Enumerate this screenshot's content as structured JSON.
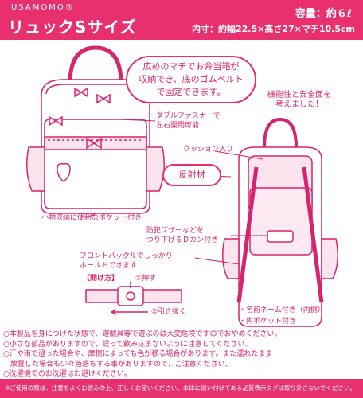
{
  "header": {
    "brand": "USAMOMO®",
    "title": "リュックSサイズ",
    "capacity": "容量：約６ℓ",
    "dimensions": "内寸：約幅22.5×高さ27×マチ10.5cm"
  },
  "callouts": {
    "lunchbox": "広めのマチでお弁当箱が\n収納でき、底のゴムベルト\nで固定できます。",
    "function_safety": "機能性と安全面を\n考えました！",
    "zipper": "ダブルファスナーで\n左右開閉可能",
    "cushion": "クッション入り",
    "reflector": "反射材",
    "small_pocket": "小物収納に便利なポケット付き",
    "buzzer": "防犯ブザーなどを\nつり下げるＤカン付き",
    "buckle": "フロントバックルでしっかり\nホールドできます",
    "how_to_open": "【開け方】",
    "step1": "①押す",
    "step2": "②引き抜く",
    "name_tag": "・名前ネーム付き（内側）",
    "inner_pocket": "・内ポケット付き"
  },
  "notes": [
    "○本製品を身につけた状態で、遊戯具等で遊ぶのは大変危険ですのでおやめください。",
    "○小さな部品がありますので、誤って飲み込まないように注意してください。",
    "○汗や雨で湿った場合や、摩擦によっても色が移る場合があります。また濡れたまま",
    "　放置した場合も少々色落ちする事がありますので、ご注意ください。",
    "○洗濯機でのお洗濯はお避けください。"
  ],
  "footer": {
    "caution": "※ご使用の際は、注意をよくお読みの上、正しくお使いください。本体に縫い付けてある品質表示タグは取り外さないでください。"
  },
  "colors": {
    "accent": "#e8306f",
    "text": "#d6246e",
    "fill_light": "#fce4ee"
  }
}
